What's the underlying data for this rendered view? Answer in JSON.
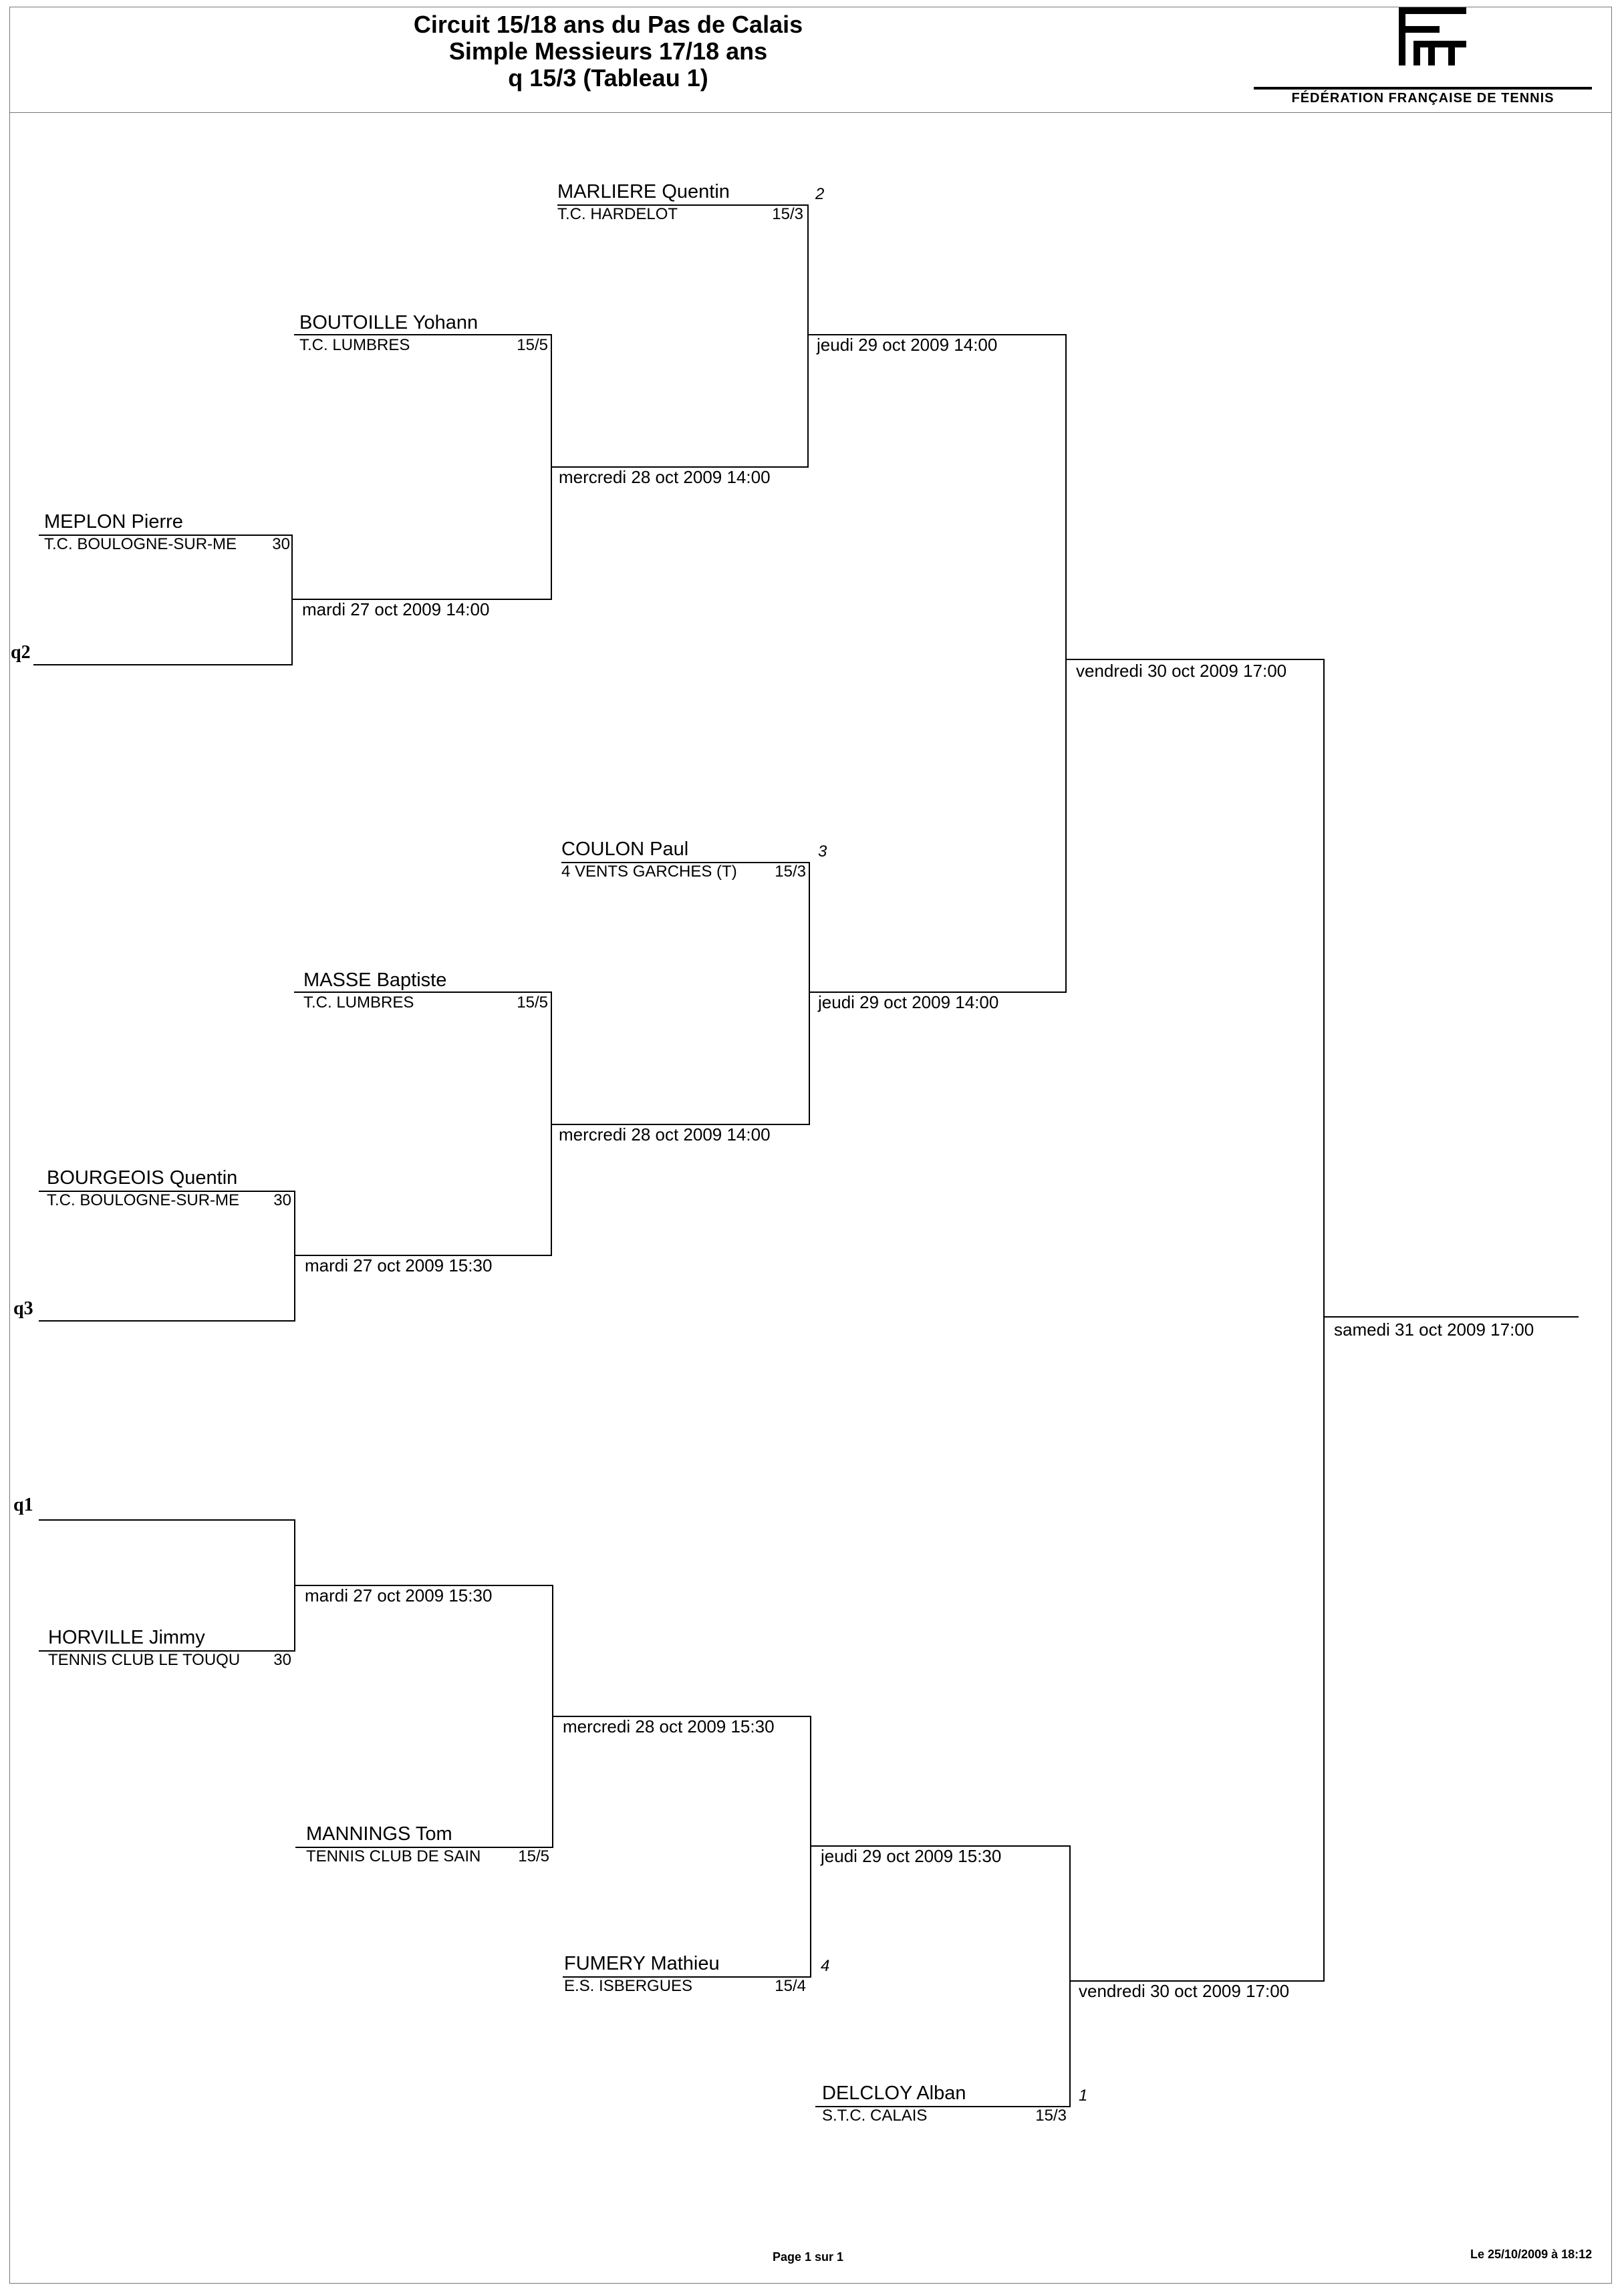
{
  "header": {
    "title_line1": "Circuit 15/18 ans du Pas de Calais",
    "title_line2": "Simple Messieurs 17/18 ans",
    "title_line3": "q 15/3 (Tableau 1)",
    "federation": "FÉDÉRATION FRANÇAISE DE TENNIS",
    "logo_icon": "fft-logo-icon"
  },
  "players": [
    {
      "name": "MARLIERE Quentin",
      "club": "T.C. HARDELOT",
      "rank": "15/3",
      "seed": "2"
    },
    {
      "name": "BOUTOILLE Yohann",
      "club": "T.C. LUMBRES",
      "rank": "15/5",
      "seed": ""
    },
    {
      "name": "MEPLON Pierre",
      "club": "T.C. BOULOGNE-SUR-ME",
      "rank": "30",
      "seed": ""
    },
    {
      "name": "COULON Paul",
      "club": "4 VENTS GARCHES (T)",
      "rank": "15/3",
      "seed": "3"
    },
    {
      "name": "MASSE Baptiste",
      "club": "T.C. LUMBRES",
      "rank": "15/5",
      "seed": ""
    },
    {
      "name": "BOURGEOIS Quentin",
      "club": "T.C. BOULOGNE-SUR-ME",
      "rank": "30",
      "seed": ""
    },
    {
      "name": "HORVILLE Jimmy",
      "club": "TENNIS CLUB LE TOUQU",
      "rank": "30",
      "seed": ""
    },
    {
      "name": "MANNINGS Tom",
      "club": "TENNIS CLUB DE SAIN",
      "rank": "15/5",
      "seed": ""
    },
    {
      "name": "FUMERY Mathieu",
      "club": "E.S. ISBERGUES",
      "rank": "15/4",
      "seed": "4"
    },
    {
      "name": "DELCLOY Alban",
      "club": "S.T.C. CALAIS",
      "rank": "15/3",
      "seed": "1"
    }
  ],
  "qualifiers": [
    "q2",
    "q3",
    "q1"
  ],
  "matches": [
    "jeudi 29 oct 2009 14:00",
    "mercredi 28 oct 2009 14:00",
    "mardi 27 oct 2009 14:00",
    "vendredi 30 oct 2009 17:00",
    "jeudi 29 oct 2009 14:00",
    "mercredi 28 oct 2009 14:00",
    "mardi 27 oct 2009 15:30",
    "samedi 31 oct 2009 17:00",
    "mardi 27 oct 2009 15:30",
    "mercredi 28 oct 2009 15:30",
    "jeudi 29 oct 2009 15:30",
    "vendredi 30 oct 2009 17:00"
  ],
  "footer": {
    "page": "Page 1 sur 1",
    "printed": "Le 25/10/2009 à 18:12"
  }
}
